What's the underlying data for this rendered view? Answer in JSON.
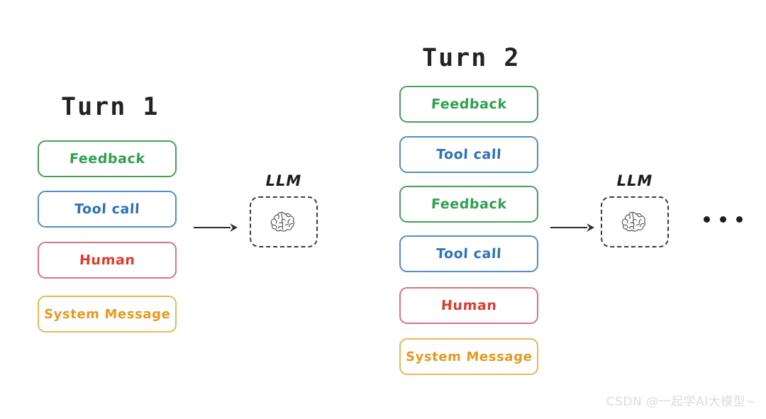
{
  "meta": {
    "background_color": "#ffffff",
    "diagram_kind": "conversation-turn-flow"
  },
  "palette": {
    "feedback": "#2fa04e",
    "feedback_border": "#44a05a",
    "tool_call": "#2f72b8",
    "tool_call_border": "#4f8fc6",
    "human": "#dc3c30",
    "human_border": "#e0737a",
    "system": "#e59a1e",
    "system_border": "#edb555",
    "title": "#232323",
    "arrow": "#2b2b2b",
    "watermark": "#dcdcdc"
  },
  "columns": [
    {
      "id": "turn1",
      "title": "Turn 1",
      "messages": [
        {
          "kind": "feedback",
          "label": "Feedback"
        },
        {
          "kind": "toolcall",
          "label": "Tool call"
        },
        {
          "kind": "human",
          "label": "Human"
        },
        {
          "kind": "system",
          "label": "System Message"
        }
      ]
    },
    {
      "id": "turn2",
      "title": "Turn 2",
      "messages": [
        {
          "kind": "feedback",
          "label": "Feedback"
        },
        {
          "kind": "toolcall",
          "label": "Tool call"
        },
        {
          "kind": "feedback",
          "label": "Feedback"
        },
        {
          "kind": "toolcall",
          "label": "Tool call"
        },
        {
          "kind": "human",
          "label": "Human"
        },
        {
          "kind": "system",
          "label": "System Message"
        }
      ]
    }
  ],
  "llm_nodes": [
    {
      "id": "llm1",
      "label": "LLM",
      "icon": "brain-icon"
    },
    {
      "id": "llm2",
      "label": "LLM",
      "icon": "brain-icon"
    }
  ],
  "arrows": [
    {
      "id": "arrow1",
      "from": "turn1",
      "to": "llm1",
      "direction": "right"
    },
    {
      "id": "arrow2",
      "from": "turn2",
      "to": "llm2",
      "direction": "right"
    }
  ],
  "continuation": {
    "glyph": "...",
    "dot_count": 3
  },
  "watermark": {
    "text": "CSDN @一起学AI大模型~"
  }
}
